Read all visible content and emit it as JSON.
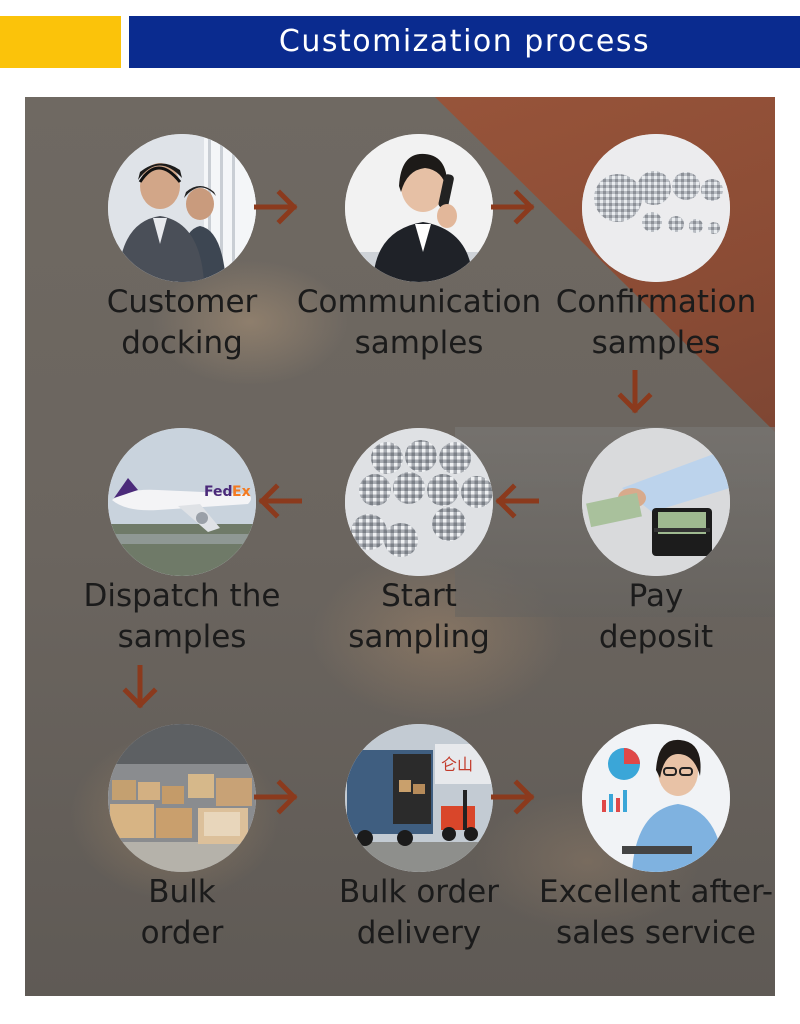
{
  "header": {
    "title": "Customization process"
  },
  "colors": {
    "accent_yellow": "#fbc30a",
    "header_blue": "#0a2b8f",
    "arrow_brown": "#8b3a1d",
    "panel_wedge": "#8f4f37"
  },
  "steps": [
    {
      "label": "Customer\ndocking",
      "icon": "call-center-agents-photo"
    },
    {
      "label": "Communication\nsamples",
      "icon": "businesswoman-phone-photo"
    },
    {
      "label": "Confirmation\nsamples",
      "icon": "disco-balls-sizes-photo"
    },
    {
      "label": "Pay\ndeposit",
      "icon": "paying-cash-photo"
    },
    {
      "label": "Start\nsampling",
      "icon": "mirror-balls-tray-photo"
    },
    {
      "label": "Dispatch the\nsamples",
      "icon": "fedex-airplane-photo"
    },
    {
      "label": "Bulk\norder",
      "icon": "warehouse-boxes-photo"
    },
    {
      "label": "Bulk order\ndelivery",
      "icon": "container-truck-forklift-photo"
    },
    {
      "label": "Excellent after-\nsales service",
      "icon": "support-agent-headset-photo"
    }
  ],
  "fedex_logo": {
    "fed": "Fed",
    "ex": "Ex"
  }
}
